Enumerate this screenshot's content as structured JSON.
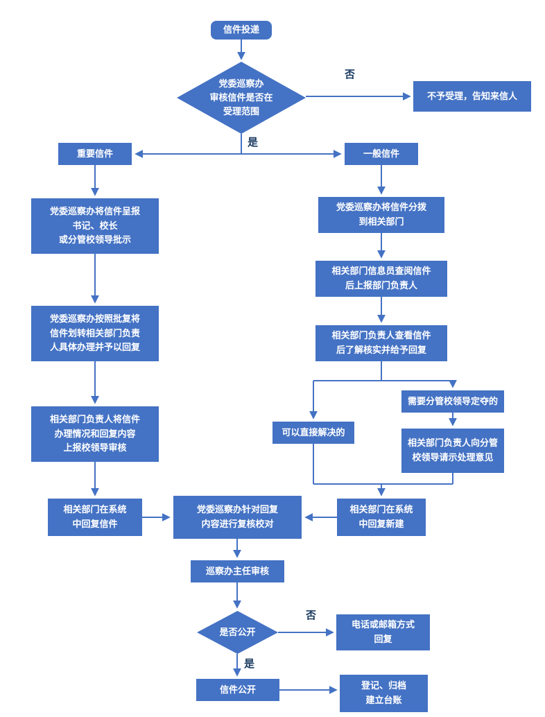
{
  "diagram": {
    "kind": "flowchart",
    "topic": "信件投递处理流程"
  },
  "colors": {
    "node_fill": "#4472C4",
    "node_text": "#FFFFFF",
    "connector": "#4472C4",
    "edge_label": "#17375E",
    "background": "#FFFFFF"
  },
  "labels": {
    "yes": "是",
    "no": "否"
  },
  "nodes": {
    "start": "信件投递",
    "review_scope": "党委巡察办\n审核信件是否在\n受理范围",
    "reject": "不予受理，告知来信人",
    "important": "重要信件",
    "general": "一般信件",
    "submit_leaders": "党委巡察办将信件呈报\n书记、校长\n或分管校领导批示",
    "transfer_dept": "党委巡察办按照批复将\n信件划转相关部门负责\n人具体办理并予以回复",
    "report_review": "相关部门负责人将信件\n办理情况和回复内容\n上报校领导审核",
    "reply_system_left": "相关部门在系统\n中回复信件",
    "dispatch_dept": "党委巡察办将信件分拨\n到相关部门",
    "info_officer": "相关部门信息员查阅信件\n后上报部门负责人",
    "dept_head_check": "相关部门负责人查看信件\n后了解核实并给予回复",
    "direct_solve": "可以直接解决的",
    "need_leader": "需要分管校领导定夺的",
    "ask_leader": "相关部门负责人向分管\n校领导请示处理意见",
    "reply_system_right": "相关部门在系统\n中回复新建",
    "recheck": "党委巡察办针对回复\n内容进行复核校对",
    "director_review": "巡察办主任审核",
    "is_public": "是否公开",
    "phone_email_reply": "电话或邮箱方式\n回复",
    "letter_public": "信件公开",
    "register_archive": "登记、归档\n建立台账"
  }
}
